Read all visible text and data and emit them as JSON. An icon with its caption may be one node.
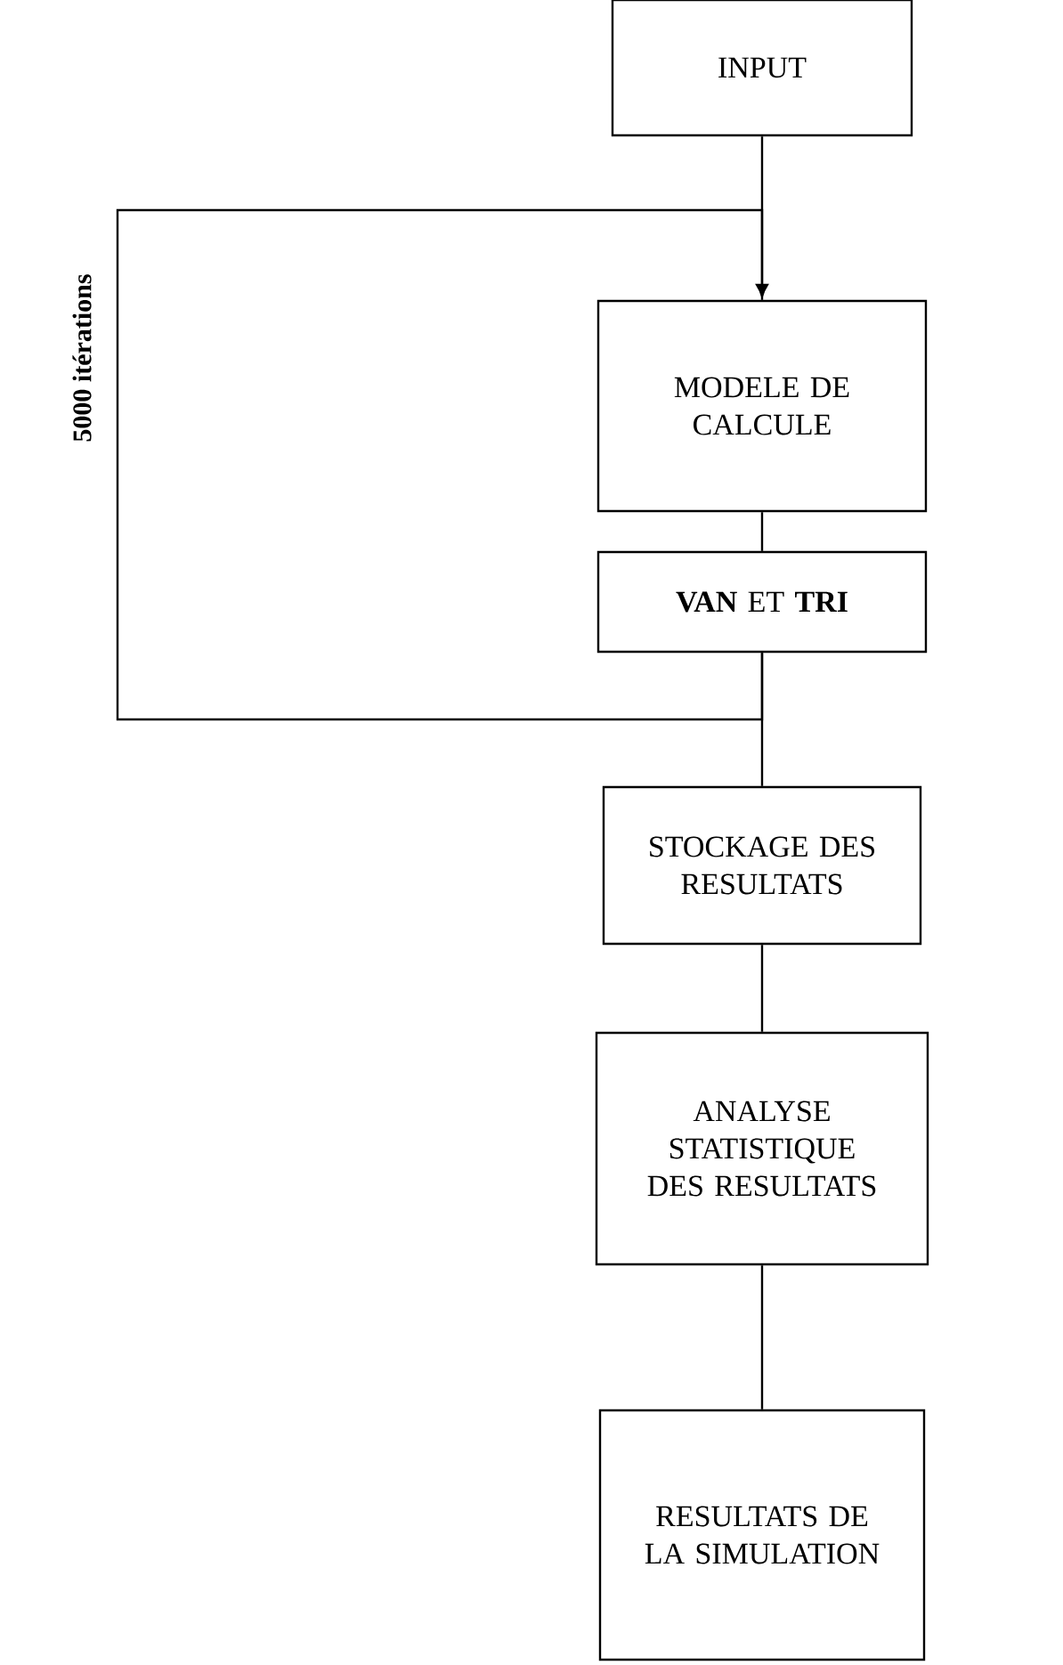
{
  "diagram": {
    "nodes": [
      {
        "text": [
          "INPUT"
        ]
      },
      {
        "text": [
          "MODELE DE CALCULE"
        ]
      },
      {
        "text": [
          "**VAN** ET **TRI**"
        ]
      },
      {
        "text": [
          "STOCKAGE DES RESULTATS"
        ]
      },
      {
        "text": [
          "ANALYSE STATISTIQUE DES RESULTATS"
        ]
      },
      {
        "text": [
          "RESULTATS DE LA SIMULATION"
        ]
      }
    ],
    "edges": [
      {
        "from": 0,
        "to": 1,
        "arrow": "none"
      },
      {
        "from": 1,
        "to": 2,
        "arrow": "none"
      },
      {
        "from": 2,
        "to": 3,
        "arrow": "none"
      },
      {
        "from": 3,
        "to": 4,
        "arrow": "none"
      },
      {
        "from": 4,
        "to": 5,
        "arrow": "none"
      },
      {
        "from": 2,
        "to": 1,
        "arrow": "to",
        "label": "5000 itérations"
      }
    ]
  }
}
